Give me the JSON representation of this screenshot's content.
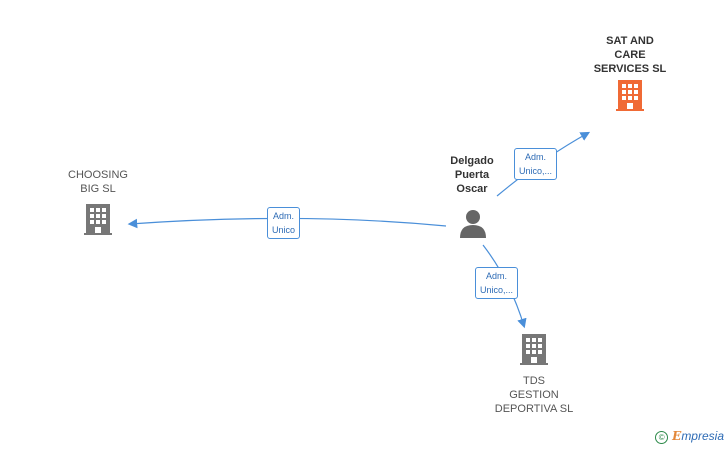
{
  "nodes": {
    "person": {
      "name": "Delgado\nPuerta\nOscar"
    },
    "sat": {
      "name": "SAT AND\nCARE\nSERVICES  SL",
      "color": "#f06a35"
    },
    "choosing": {
      "name": "CHOOSING\nBIG  SL",
      "color": "#777777"
    },
    "tds": {
      "name": "TDS\nGESTION\nDEPORTIVA  SL",
      "color": "#777777"
    }
  },
  "edges": {
    "to_sat": {
      "label": "Adm.\nUnico,..."
    },
    "to_choosing": {
      "label": "Adm.\nUnico"
    },
    "to_tds": {
      "label": "Adm.\nUnico,..."
    }
  },
  "brand": {
    "symbol": "©",
    "first_letter": "E",
    "rest": "mpresia"
  }
}
